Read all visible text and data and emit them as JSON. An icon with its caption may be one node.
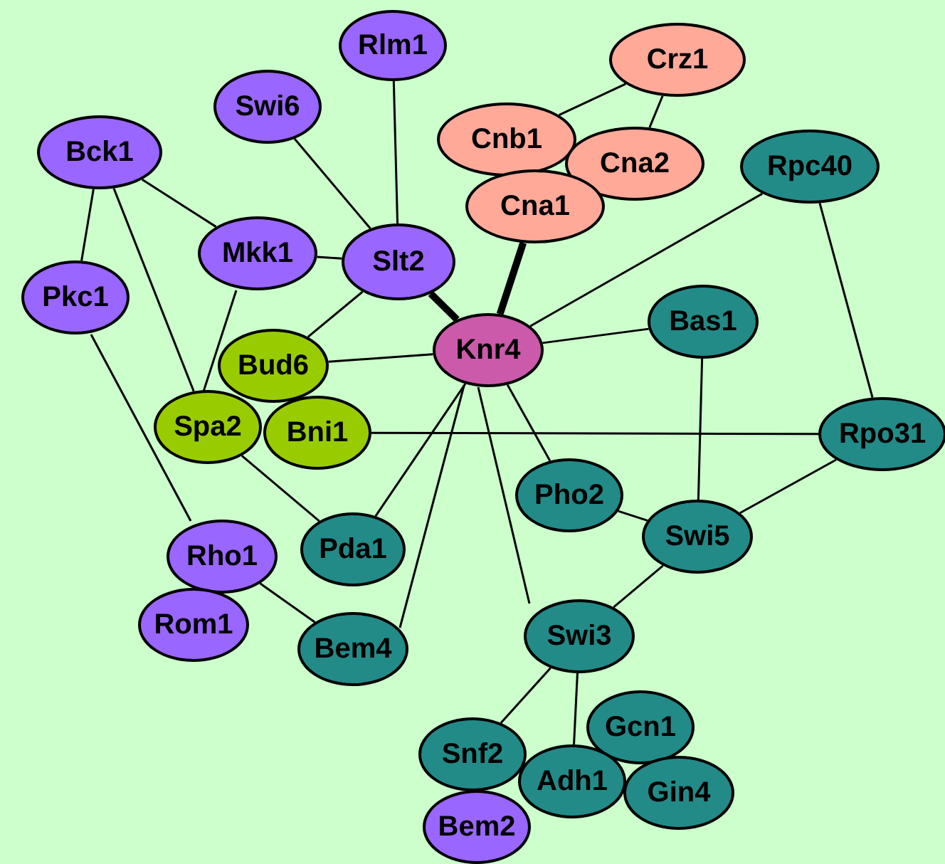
{
  "diagram": {
    "nodes": [
      {
        "text": [
          "Rlm1"
        ]
      },
      {
        "text": [
          "Swi6"
        ]
      },
      {
        "text": [
          "Crz1"
        ]
      },
      {
        "text": [
          "Bck1"
        ]
      },
      {
        "text": [
          "Cnb1"
        ]
      },
      {
        "text": [
          "Cna2"
        ]
      },
      {
        "text": [
          "Rpc40"
        ]
      },
      {
        "text": [
          "Mkk1"
        ]
      },
      {
        "text": [
          "Slt2"
        ]
      },
      {
        "text": [
          "Cna1"
        ]
      },
      {
        "text": [
          "Pkc1"
        ]
      },
      {
        "text": [
          "Bud6"
        ]
      },
      {
        "text": [
          "Knr4"
        ]
      },
      {
        "text": [
          "Bas1"
        ]
      },
      {
        "text": [
          "Spa2"
        ]
      },
      {
        "text": [
          "Bni1"
        ]
      },
      {
        "text": [
          "Rpo31"
        ]
      },
      {
        "text": [
          "Pho2"
        ]
      },
      {
        "text": [
          "Swi5"
        ]
      },
      {
        "text": [
          "Rho1"
        ]
      },
      {
        "text": [
          "Pda1"
        ]
      },
      {
        "text": [
          "Rom1"
        ]
      },
      {
        "text": [
          "Bem4"
        ]
      },
      {
        "text": [
          "Swi3"
        ]
      },
      {
        "text": [
          "Gcn1"
        ]
      },
      {
        "text": [
          "Snf2"
        ]
      },
      {
        "text": [
          "Adh1"
        ]
      },
      {
        "text": [
          "Gin4"
        ]
      },
      {
        "text": [
          "Bem2"
        ]
      }
    ],
    "edges": [
      {
        "from": 0,
        "to": 8,
        "arrow": "none"
      },
      {
        "from": 1,
        "to": 8,
        "arrow": "none"
      },
      {
        "from": 3,
        "to": 7,
        "arrow": "none"
      },
      {
        "from": 3,
        "to": 10,
        "arrow": "none"
      },
      {
        "from": 3,
        "to": 14,
        "arrow": "none"
      },
      {
        "from": 7,
        "to": 8,
        "arrow": "none"
      },
      {
        "from": 7,
        "to": 14,
        "arrow": "none"
      },
      {
        "from": 8,
        "to": 11,
        "arrow": "none"
      },
      {
        "from": 8,
        "to": 12,
        "arrow": "none",
        "style": "thick"
      },
      {
        "from": 2,
        "to": 4,
        "arrow": "none"
      },
      {
        "from": 2,
        "to": 5,
        "arrow": "none"
      },
      {
        "from": 9,
        "to": 12,
        "arrow": "none",
        "style": "thick"
      },
      {
        "from": 6,
        "to": 12,
        "arrow": "none"
      },
      {
        "from": 6,
        "to": 16,
        "arrow": "none"
      },
      {
        "from": 13,
        "to": 12,
        "arrow": "none"
      },
      {
        "from": 13,
        "to": 18,
        "arrow": "none"
      },
      {
        "from": 11,
        "to": 12,
        "arrow": "none"
      },
      {
        "from": 15,
        "to": 16,
        "arrow": "none"
      },
      {
        "from": 12,
        "to": 20,
        "arrow": "none"
      },
      {
        "from": 12,
        "to": 22,
        "arrow": "none"
      },
      {
        "from": 12,
        "to": 23,
        "arrow": "none"
      },
      {
        "from": 12,
        "to": 17,
        "arrow": "none"
      },
      {
        "from": 10,
        "to": 19,
        "arrow": "none"
      },
      {
        "from": 14,
        "to": 20,
        "arrow": "none"
      },
      {
        "from": 19,
        "to": 22,
        "arrow": "none"
      },
      {
        "from": 17,
        "to": 18,
        "arrow": "none"
      },
      {
        "from": 18,
        "to": 16,
        "arrow": "none"
      },
      {
        "from": 18,
        "to": 23,
        "arrow": "none"
      },
      {
        "from": 23,
        "to": 25,
        "arrow": "none"
      },
      {
        "from": 23,
        "to": 26,
        "arrow": "none"
      }
    ]
  }
}
